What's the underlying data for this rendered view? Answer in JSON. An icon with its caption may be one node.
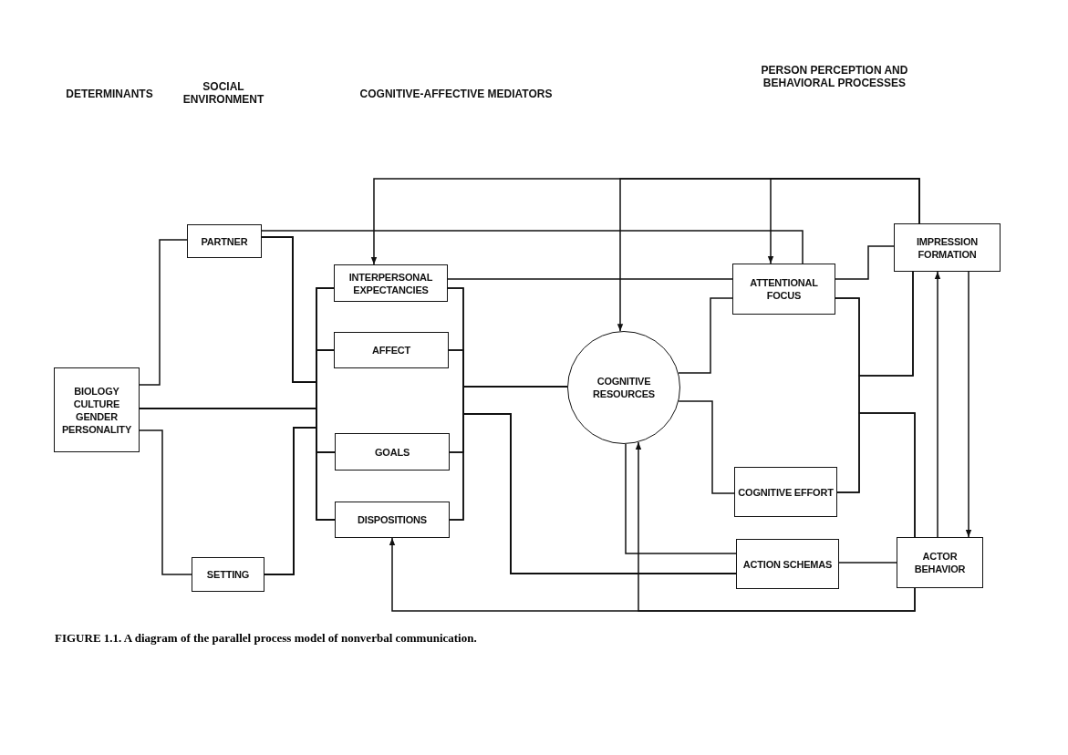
{
  "diagram": {
    "caption": "FIGURE 1.1. A diagram of the parallel process model of nonverbal communication.",
    "nodes": [
      {
        "text": [
          "BIOLOGY",
          "CULTURE",
          "GENDER",
          "PERSONALITY"
        ]
      },
      {
        "text": [
          "PARTNER"
        ]
      },
      {
        "text": [
          "SETTING"
        ]
      },
      {
        "text": [
          "INTERPERSONAL EXPECTANCIES"
        ]
      },
      {
        "text": [
          "AFFECT"
        ]
      },
      {
        "text": [
          "GOALS"
        ]
      },
      {
        "text": [
          "DISPOSITIONS"
        ]
      },
      {
        "text": [
          "COGNITIVE RESOURCES"
        ]
      },
      {
        "text": [
          "ATTENTIONAL FOCUS"
        ]
      },
      {
        "text": [
          "COGNITIVE EFFORT"
        ]
      },
      {
        "text": [
          "ACTION SCHEMAS"
        ]
      },
      {
        "text": [
          "IMPRESSION FORMATION"
        ]
      },
      {
        "text": [
          "ACTOR BEHAVIOR"
        ]
      }
    ],
    "edges": [
      {
        "from": 0,
        "to": 1,
        "arrow": "none"
      },
      {
        "from": 0,
        "to": 2,
        "arrow": "none"
      },
      {
        "from": 1,
        "to": 3,
        "arrow": "none"
      },
      {
        "from": 1,
        "to": 4,
        "arrow": "none"
      },
      {
        "from": 1,
        "to": 5,
        "arrow": "none"
      },
      {
        "from": 1,
        "to": 6,
        "arrow": "none"
      },
      {
        "from": 0,
        "to": 3,
        "arrow": "none"
      },
      {
        "from": 0,
        "to": 4,
        "arrow": "none"
      },
      {
        "from": 0,
        "to": 5,
        "arrow": "none"
      },
      {
        "from": 0,
        "to": 6,
        "arrow": "none"
      },
      {
        "from": 2,
        "to": 3,
        "arrow": "none"
      },
      {
        "from": 2,
        "to": 4,
        "arrow": "none"
      },
      {
        "from": 2,
        "to": 5,
        "arrow": "none"
      },
      {
        "from": 2,
        "to": 6,
        "arrow": "none"
      },
      {
        "from": 1,
        "to": 8,
        "arrow": "none"
      },
      {
        "from": 3,
        "to": 8,
        "arrow": "none"
      },
      {
        "from": 3,
        "to": 7,
        "arrow": "none"
      },
      {
        "from": 4,
        "to": 7,
        "arrow": "none"
      },
      {
        "from": 5,
        "to": 7,
        "arrow": "none"
      },
      {
        "from": 6,
        "to": 7,
        "arrow": "none"
      },
      {
        "from": 3,
        "to": 10,
        "arrow": "none"
      },
      {
        "from": 4,
        "to": 10,
        "arrow": "none"
      },
      {
        "from": 5,
        "to": 10,
        "arrow": "none"
      },
      {
        "from": 6,
        "to": 10,
        "arrow": "none"
      },
      {
        "from": 7,
        "to": 8,
        "arrow": "none"
      },
      {
        "from": 7,
        "to": 9,
        "arrow": "none"
      },
      {
        "from": 7,
        "to": 10,
        "arrow": "none"
      },
      {
        "from": 8,
        "to": 11,
        "arrow": "none"
      },
      {
        "from": 8,
        "to": 11,
        "arrow": "none"
      },
      {
        "from": 8,
        "to": 12,
        "arrow": "none"
      },
      {
        "from": 9,
        "to": 11,
        "arrow": "none"
      },
      {
        "from": 9,
        "to": 12,
        "arrow": "none"
      },
      {
        "from": 10,
        "to": 12,
        "arrow": "none"
      },
      {
        "from": 12,
        "to": 11,
        "arrow": "to"
      },
      {
        "from": 11,
        "to": 12,
        "arrow": "to"
      },
      {
        "from": 11,
        "to": 3,
        "arrow": "to"
      },
      {
        "from": 11,
        "to": 7,
        "arrow": "to"
      },
      {
        "from": 11,
        "to": 8,
        "arrow": "to"
      },
      {
        "from": 12,
        "to": 6,
        "arrow": "to"
      },
      {
        "from": 12,
        "to": 7,
        "arrow": "to"
      }
    ],
    "labels": [
      "DETERMINANTS",
      "SOCIAL ENVIRONMENT",
      "COGNITIVE-AFFECTIVE MEDIATORS",
      "PERSON PERCEPTION AND BEHAVIORAL PROCESSES"
    ]
  }
}
